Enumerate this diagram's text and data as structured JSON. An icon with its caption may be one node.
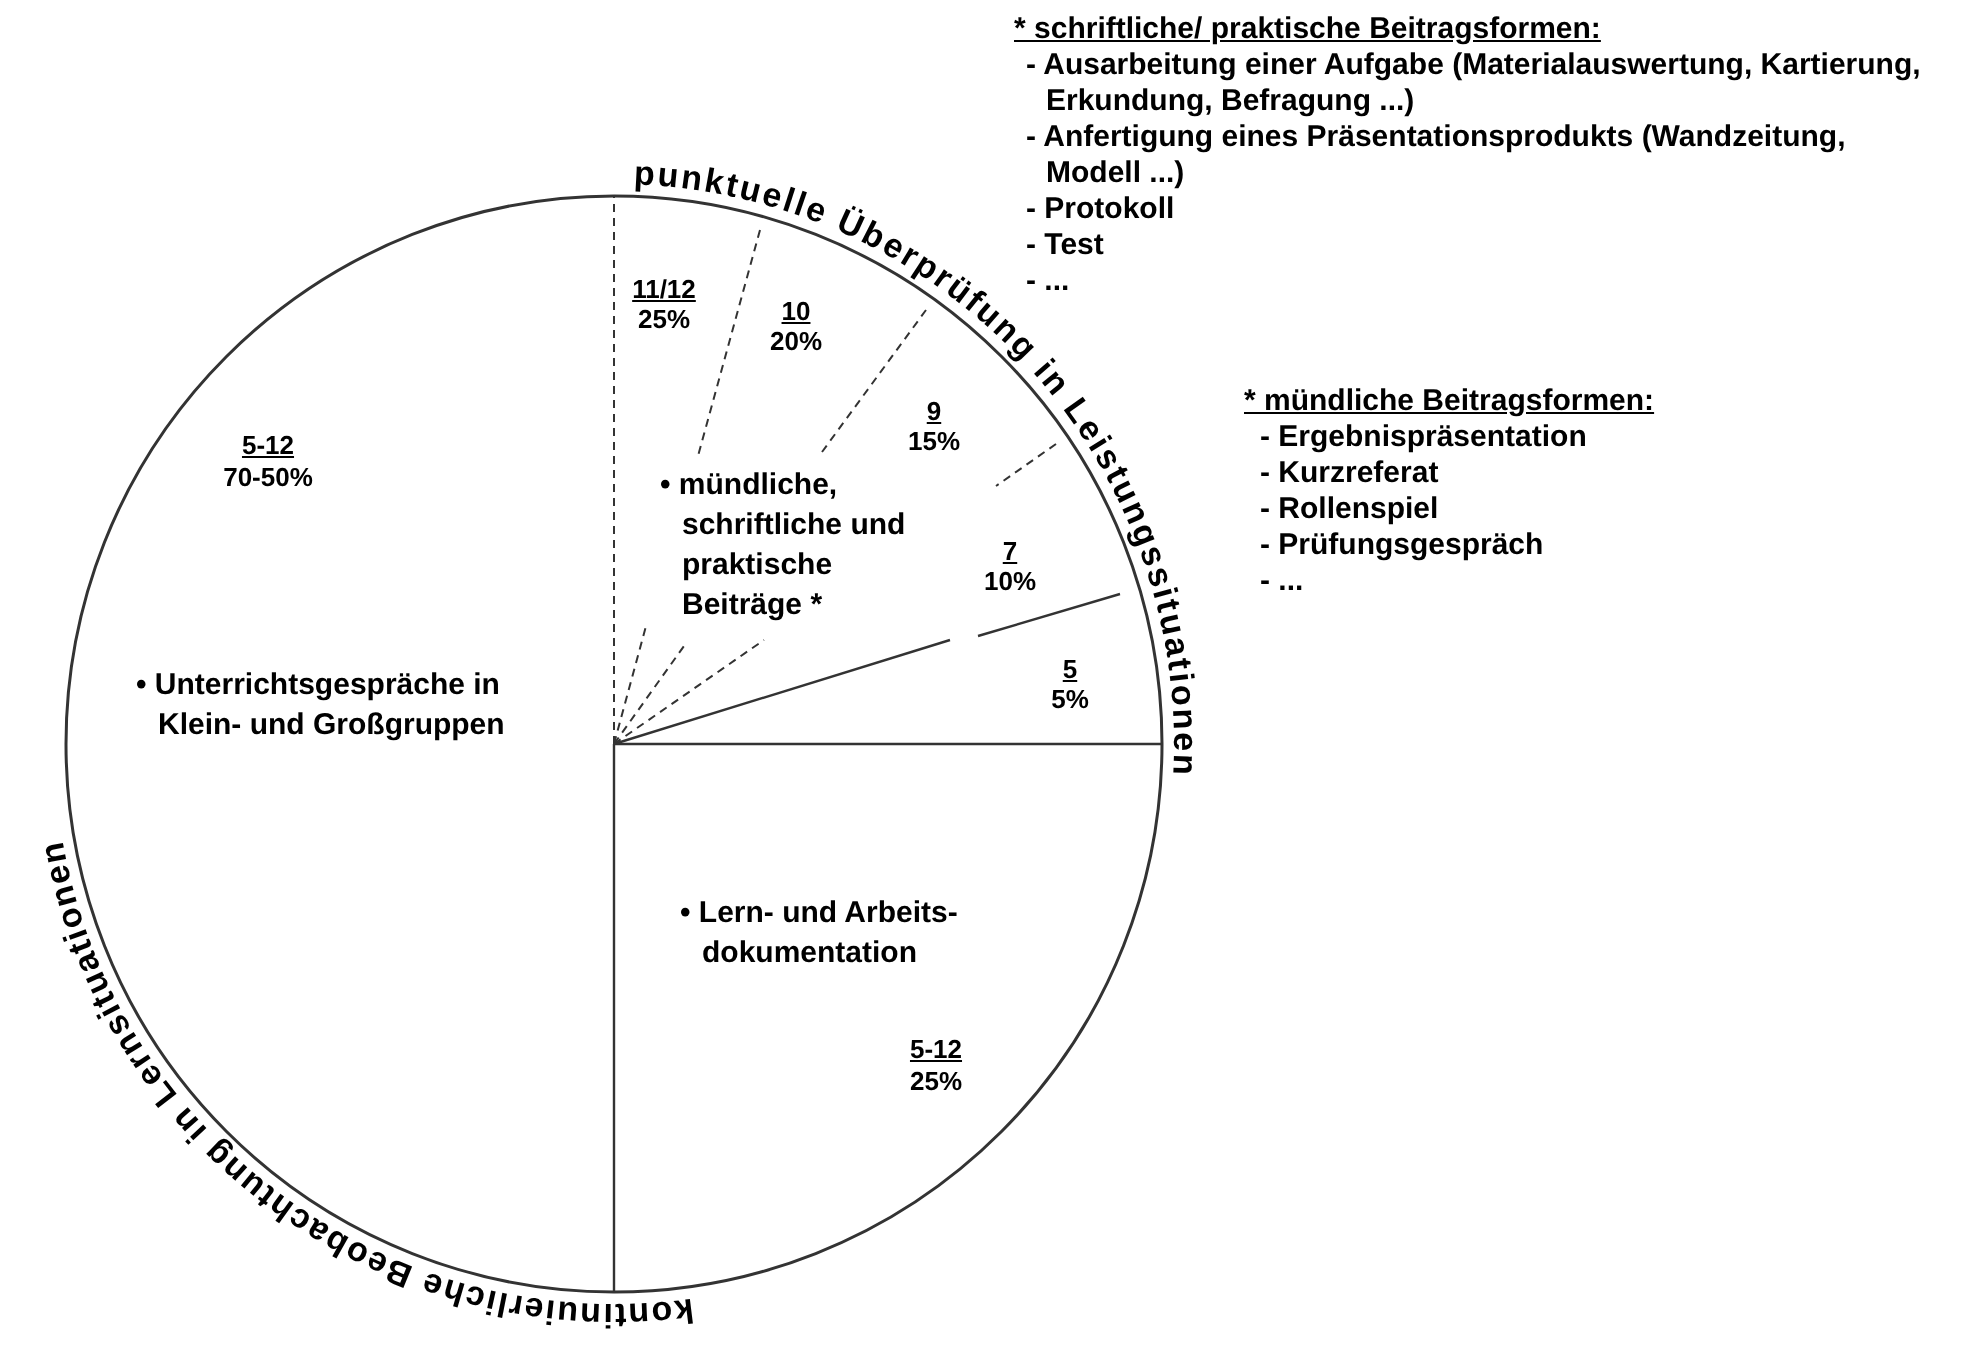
{
  "diagram": {
    "nodes": [
      {
        "text": [
          "5-12",
          "70-50%",
          "• Unterrichtsgespräche in Klein- und Großgruppen"
        ]
      },
      {
        "text": [
          "• mündliche, schriftliche und praktische Beiträge *"
        ]
      },
      {
        "text": [
          "11/12",
          "25%"
        ],
        "in": 1
      },
      {
        "text": [
          "10",
          "20%"
        ],
        "in": 1
      },
      {
        "text": [
          "9",
          "15%"
        ],
        "in": 1
      },
      {
        "text": [
          "7",
          "10%"
        ],
        "in": 1
      },
      {
        "text": [
          "5",
          "5%"
        ],
        "in": 1
      },
      {
        "text": [
          "• Lern- und Arbeits- dokumentation",
          "5-12",
          "25%"
        ]
      }
    ],
    "edges": [],
    "labels": [
      "* schriftliche/ praktische Beitragsformen:",
      "- Ausarbeitung einer Aufgabe (Materialauswertung, Kartierung, Erkundung, Befragung ...)",
      "- Anfertigung eines Präsentationsprodukts (Wandzeitung, Modell ...)",
      "- Protokoll",
      "- Test",
      "- ...",
      "punktuelle Überprüfung in Leistungssituationen",
      "* mündliche Beitragsformen:",
      "- Ergebnispräsentation",
      "- Kurzreferat",
      "- Rollenspiel",
      "- Prüfungsgespräch",
      "- ...",
      "kontinuierliche Beobachtung in Lernsituationen"
    ]
  }
}
